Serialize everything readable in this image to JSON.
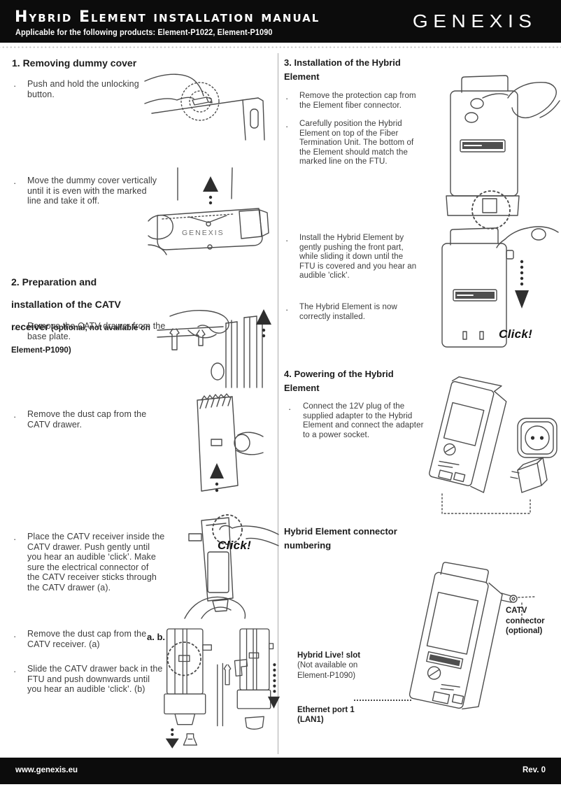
{
  "header": {
    "title": "Hybrid Element installation manual",
    "subtitle": "Applicable for the following products: Element-P1022, Element-P1090",
    "logo": "GENEXIS"
  },
  "chars": {
    "bullet": "·"
  },
  "sections": {
    "s1": {
      "title": "1. Removing dummy cover",
      "bullets": [
        "Push and hold the unlocking\nbutton.",
        "Move the dummy cover vertically\nuntil it is even with the marked\nline and take it off."
      ]
    },
    "s2": {
      "title_l1": "2. Preparation and",
      "title_l2": "installation of the CATV",
      "title_l3_big": "receiver",
      "title_l3_small": " (optional, not available on",
      "title_l4": "Element-P1090)",
      "bullets": [
        "Remove the CATV drawer from the\nbase plate.",
        "Remove the dust cap from the\nCATV drawer.",
        "Place the CATV receiver inside the\nCATV drawer. Push gently until\nyou hear an audible ‘click’. Make\nsure the electrical connector of\nthe CATV receiver sticks through\nthe CATV drawer (a).",
        "Remove the dust cap from the\nCATV receiver. (a)",
        "Slide the CATV drawer back in the\nFTU and push downwards until\nyou hear an audible ‘click’. (b)"
      ]
    },
    "s3": {
      "title": "3. Installation of the Hybrid\nElement",
      "bullets": [
        "Remove the protection cap from\nthe Element fiber connector.",
        "Carefully position the Hybrid\nElement on top of the Fiber\nTermination Unit. The bottom of\nthe Element should match the\nmarked line on the FTU.",
        "Install the Hybrid Element by\ngently pushing the front part,\nwhile sliding it down until the\nFTU is covered and you hear an\naudible 'click'.",
        "The Hybrid Element is now\ncorrectly installed."
      ]
    },
    "s4": {
      "title": "4. Powering of the Hybrid\nElement",
      "bullets": [
        "Connect the 12V plug of the\nsupplied adapter to the Hybrid\nElement and connect the adapter\nto a power socket."
      ]
    },
    "connectors": {
      "title": "Hybrid Element connector\nnumbering",
      "catv_label": "CATV\nconnector\n(optional)",
      "hybrid_live_label": "Hybrid Live! slot",
      "hybrid_live_note": "(Not available on\nElement-P1090)",
      "ethernet_label": "Ethernet port 1",
      "ethernet_sub": "(LAN1)"
    }
  },
  "annotations": {
    "click_left": "Click!",
    "click_right": "Click!",
    "ab_label": "a. b.",
    "device_logo": "GENEXIS"
  },
  "footer": {
    "website": "www.genexis.eu",
    "revision": "Rev. 0"
  },
  "colors": {
    "header_bg": "#0c0c0c",
    "heading_text": "#1c1c1c",
    "body_text": "#3c3c3c",
    "line_art": "#4c4c4c"
  }
}
